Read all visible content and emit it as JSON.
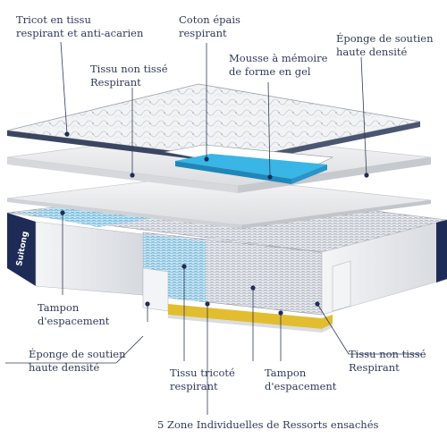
{
  "brand": "Suitong",
  "colors": {
    "text": "#2f3a5a",
    "leader_line": "#2f3a5a",
    "dot": "#1f2d55",
    "navy_panel": "#1f2b57",
    "gel_blue": "#39b5e6",
    "yellow_pad": "#e2bd2f",
    "top_quilt": "#eef0f2"
  },
  "labels": [
    {
      "id": "tricot",
      "lines": [
        "Tricot en tissu",
        "respirant et anti-acarien"
      ]
    },
    {
      "id": "coton",
      "lines": [
        "Coton épais",
        "respirant"
      ]
    },
    {
      "id": "eponge-top",
      "lines": [
        "Éponge de soutien",
        "haute densité"
      ]
    },
    {
      "id": "tissu-top",
      "lines": [
        "Tissu non tissé",
        "Respirant"
      ]
    },
    {
      "id": "mousse",
      "lines": [
        "Mousse à mémoire",
        "de forme en gel"
      ]
    },
    {
      "id": "tampon-left",
      "lines": [
        "Tampon",
        "d'espacement"
      ]
    },
    {
      "id": "eponge-bottom",
      "lines": [
        "Éponge de soutien",
        "haute densité"
      ]
    },
    {
      "id": "tissu-tricote",
      "lines": [
        "Tissu tricoté",
        "respirant"
      ]
    },
    {
      "id": "tampon-bottom",
      "lines": [
        "Tampon",
        "d'espacement"
      ]
    },
    {
      "id": "tissu-bottom",
      "lines": [
        "Tissu non tissé",
        "Respirant"
      ]
    },
    {
      "id": "zones",
      "lines": [
        "5 Zone Individuelles de Ressorts ensachés"
      ]
    }
  ]
}
